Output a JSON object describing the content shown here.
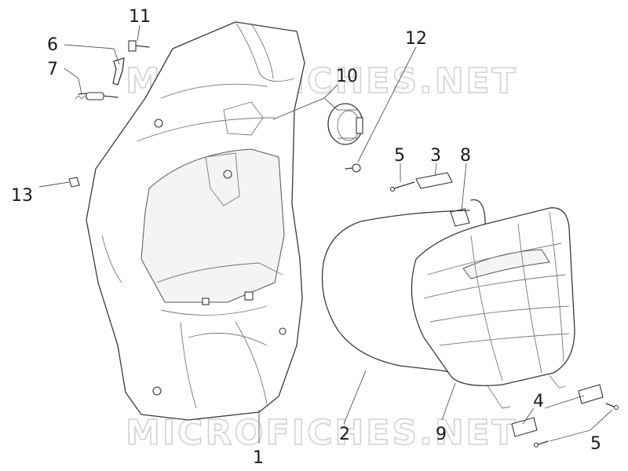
{
  "watermark": {
    "top": "MICROFICHES.NET",
    "bottom": "MICROFICHES.NET"
  },
  "callouts": {
    "c1": "1",
    "c2": "2",
    "c3": "3",
    "c4": "4",
    "c5a": "5",
    "c5b": "5",
    "c6": "6",
    "c7": "7",
    "c8": "8",
    "c9": "9",
    "c10": "10",
    "c11": "11",
    "c12": "12",
    "c13": "13"
  },
  "colors": {
    "line": "#3a3a3a",
    "watermark": "#d2d2d2",
    "background": "#ffffff"
  }
}
